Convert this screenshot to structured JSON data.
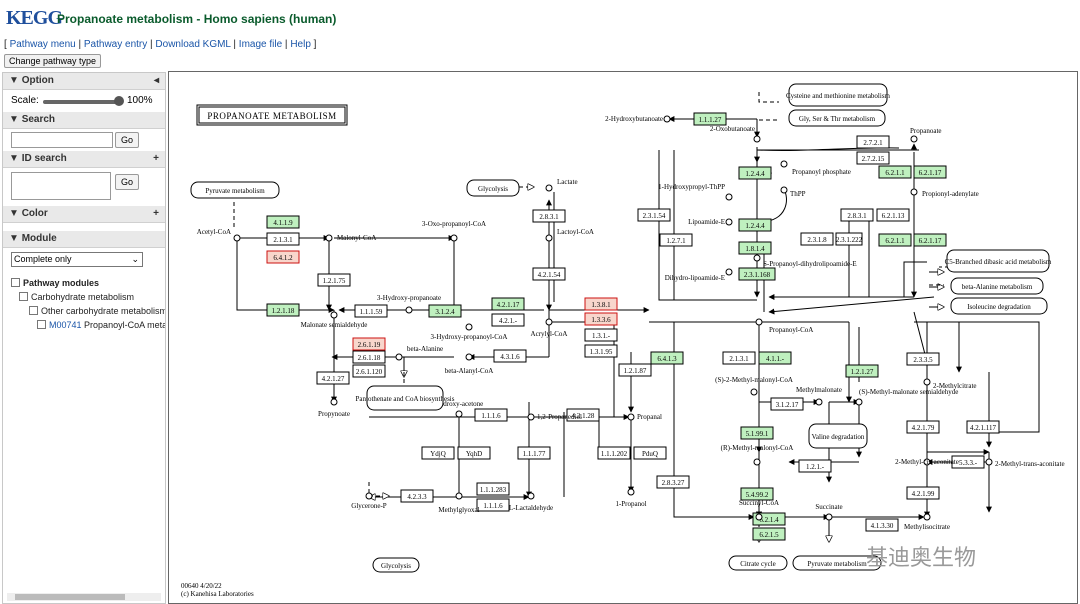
{
  "header": {
    "logo": "KEGG",
    "title": "Propanoate metabolism - Homo sapiens (human)"
  },
  "links": [
    "Pathway menu",
    "Pathway entry",
    "Download KGML",
    "Image file",
    "Help"
  ],
  "change_button": "Change pathway type",
  "sidebar": {
    "option": "Option",
    "scale_label": "Scale:",
    "scale_value": "100%",
    "search": "Search",
    "go": "Go",
    "id_search": "ID search",
    "color": "Color",
    "module": "Module",
    "module_select": "Complete only",
    "pathway_modules": "Pathway modules",
    "carb": "Carbohydrate metabolism",
    "other_carb": "Other carbohydrate metabolism",
    "m_id": "M00741",
    "m_name": "Propanoyl-CoA metabolism"
  },
  "map": {
    "title": "PROPANOATE METABOLISM",
    "footer1": "00640 4/20/22",
    "footer2": "(c) Kanehisa Laboratories",
    "colors": {
      "gene": "#bff0bf",
      "highlight": "#f8d6cc",
      "highlight_text": "#cc1111",
      "line": "#000000"
    },
    "enzymes": [
      {
        "label": "1.1.1.27",
        "kind": "gene"
      },
      {
        "label": "2.7.2.1",
        "kind": "plain"
      },
      {
        "label": "2.7.2.15",
        "kind": "plain"
      },
      {
        "label": "1.2.4.4",
        "kind": "gene"
      },
      {
        "label": "1.2.4.4",
        "kind": "gene"
      },
      {
        "label": "6.2.1.1",
        "kind": "gene"
      },
      {
        "label": "6.2.1.17",
        "kind": "gene"
      },
      {
        "label": "6.2.1.1",
        "kind": "gene"
      },
      {
        "label": "6.2.1.17",
        "kind": "gene"
      },
      {
        "label": "2.3.1.54",
        "kind": "plain"
      },
      {
        "label": "2.8.3.1",
        "kind": "plain"
      },
      {
        "label": "6.2.1.13",
        "kind": "plain"
      },
      {
        "label": "2.3.1.8",
        "kind": "plain"
      },
      {
        "label": "2.3.1.222",
        "kind": "plain"
      },
      {
        "label": "1.2.7.1",
        "kind": "plain"
      },
      {
        "label": "1.8.1.4",
        "kind": "gene"
      },
      {
        "label": "2.3.1.168",
        "kind": "gene"
      },
      {
        "label": "4.1.1.9",
        "kind": "gene"
      },
      {
        "label": "2.1.3.1",
        "kind": "plain"
      },
      {
        "label": "6.4.1.2",
        "kind": "highlight"
      },
      {
        "label": "2.8.3.1",
        "kind": "plain"
      },
      {
        "label": "4.2.1.54",
        "kind": "plain"
      },
      {
        "label": "1.2.1.75",
        "kind": "plain"
      },
      {
        "label": "1.2.1.18",
        "kind": "gene"
      },
      {
        "label": "1.1.1.59",
        "kind": "plain"
      },
      {
        "label": "3.1.2.4",
        "kind": "gene"
      },
      {
        "label": "4.2.1.17",
        "kind": "gene"
      },
      {
        "label": "4.2.1.-",
        "kind": "plain"
      },
      {
        "label": "1.3.8.1",
        "kind": "highlight"
      },
      {
        "label": "1.3.3.6",
        "kind": "highlight"
      },
      {
        "label": "1.3.1.-",
        "kind": "plain"
      },
      {
        "label": "1.3.1.95",
        "kind": "plain"
      },
      {
        "label": "2.6.1.19",
        "kind": "highlight"
      },
      {
        "label": "2.6.1.18",
        "kind": "plain"
      },
      {
        "label": "2.6.1.120",
        "kind": "plain"
      },
      {
        "label": "4.3.1.6",
        "kind": "plain"
      },
      {
        "label": "4.2.1.27",
        "kind": "plain"
      },
      {
        "label": "1.1.1.6",
        "kind": "plain"
      },
      {
        "label": "4.2.1.28",
        "kind": "plain"
      },
      {
        "label": "1.2.1.87",
        "kind": "plain"
      },
      {
        "label": "YdjQ",
        "kind": "plain"
      },
      {
        "label": "YqhD",
        "kind": "plain"
      },
      {
        "label": "1.1.1.77",
        "kind": "plain"
      },
      {
        "label": "1.1.1.202",
        "kind": "plain"
      },
      {
        "label": "PduQ",
        "kind": "plain"
      },
      {
        "label": "4.2.3.3",
        "kind": "plain"
      },
      {
        "label": "1.1.1.283",
        "kind": "plain"
      },
      {
        "label": "1.1.1.6",
        "kind": "plain"
      },
      {
        "label": "6.4.1.3",
        "kind": "gene"
      },
      {
        "label": "2.1.3.1",
        "kind": "plain"
      },
      {
        "label": "4.1.1.-",
        "kind": "gene"
      },
      {
        "label": "1.2.1.27",
        "kind": "gene"
      },
      {
        "label": "3.1.2.17",
        "kind": "plain"
      },
      {
        "label": "5.1.99.1",
        "kind": "gene"
      },
      {
        "label": "1.2.1.-",
        "kind": "plain"
      },
      {
        "label": "5.4.99.2",
        "kind": "gene"
      },
      {
        "label": "2.8.3.27",
        "kind": "plain"
      },
      {
        "label": "6.2.1.4",
        "kind": "gene"
      },
      {
        "label": "6.2.1.5",
        "kind": "gene"
      },
      {
        "label": "4.1.3.30",
        "kind": "plain"
      },
      {
        "label": "2.3.3.5",
        "kind": "plain"
      },
      {
        "label": "4.2.1.79",
        "kind": "plain"
      },
      {
        "label": "4.2.1.117",
        "kind": "plain"
      },
      {
        "label": "5.3.3.-",
        "kind": "plain"
      },
      {
        "label": "4.2.1.99",
        "kind": "plain"
      }
    ],
    "compounds": [
      "2-Hydroxybutanoate",
      "2-Oxobutanoate",
      "Propanoate",
      "Propanoyl phosphate",
      "1-Hydroxypropyl-ThPP",
      "ThPP",
      "Lipoamide-E",
      "S-Propanoyl-dihydrolipoamide-E",
      "Dihydro-lipoamide-E",
      "Propionyl-adenylate",
      "Lactate",
      "Lactoyl-CoA",
      "Acetyl-CoA",
      "Malonyl-CoA",
      "3-Oxo-propanoyl-CoA",
      "3-Hydroxy-propanoate",
      "3-Hydroxy-propanoyl-CoA",
      "Acrylyl-CoA",
      "Propanoyl-CoA",
      "Malonate semialdehyde",
      "beta-Alanine",
      "beta-Alanyl-CoA",
      "Propynoate",
      "Hydroxy-acetone",
      "1,2-Propanediol",
      "Propanal",
      "1-Propanol",
      "Glycerone-P",
      "Methylglyoxal",
      "L-Lactaldehyde",
      "(S)-2-Methyl-malonyl-CoA",
      "Methylmalonate",
      "(S)-Methyl-malonate semialdehyde",
      "(R)-Methyl-malonyl-CoA",
      "Succinyl-CoA",
      "Succinate",
      "2-Methylcitrate",
      "2-Methyl-cis-aconitate",
      "2-Methyl-trans-aconitate",
      "Methylisocitrate"
    ],
    "maps": [
      "Cysteine and methionine metabolism",
      "Gly, Ser & Thr metabolism",
      "Pyruvate metabolism",
      "Glycolysis",
      "C5-Branched dibasic acid metabolism",
      "beta-Alanine metabolism",
      "Isoleucine degradation",
      "Pantothenate and CoA biosynthesis",
      "Valine degradation",
      "Glycolysis",
      "Citrate cycle",
      "Pyruvate metabolism"
    ]
  },
  "watermark": "基迪奥生物"
}
